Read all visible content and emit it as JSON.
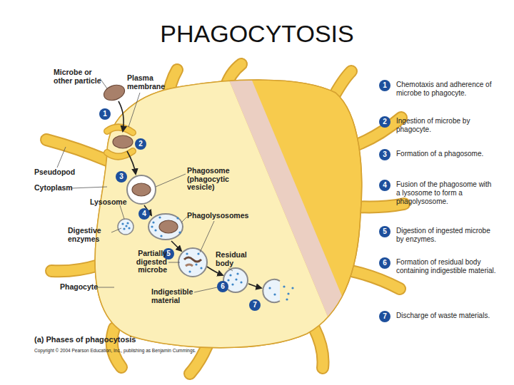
{
  "diagram": {
    "title": "PHAGOCYTOSIS",
    "caption": "(a) Phases of phagocytosis",
    "nodes": [
      {
        "text": [
          "1"
        ]
      },
      {
        "text": [
          "2"
        ]
      },
      {
        "text": [
          "3"
        ]
      },
      {
        "text": [
          "4"
        ]
      },
      {
        "text": [
          "5"
        ]
      },
      {
        "text": [
          "6"
        ]
      },
      {
        "text": [
          "7"
        ]
      },
      {
        "text": [
          "1",
          "Chemotaxis and adherence of microbe to phagocyte."
        ]
      },
      {
        "text": [
          "2",
          "Ingestion of microbe by phagocyte."
        ]
      },
      {
        "text": [
          "3",
          "Formation of a phagosome."
        ]
      },
      {
        "text": [
          "4",
          "Fusion of the phagosome with a lysosome to form a phagolysosome."
        ]
      },
      {
        "text": [
          "5",
          "Digestion of ingested microbe by enzymes."
        ]
      },
      {
        "text": [
          "6",
          "Formation of residual body containing indigestible material."
        ]
      },
      {
        "text": [
          "7",
          "Discharge of waste materials."
        ]
      }
    ],
    "labels": [
      "Microbe or other particle",
      "Plasma membrane",
      "Pseudopod",
      "Cytoplasm",
      "Phagosome (phagocytic vesicle)",
      "Lysosome",
      "Phagolysosomes",
      "Digestive enzymes",
      "Partially digested microbe",
      "Residual body",
      "Phagocyte",
      "Indigestible material",
      "Copyright © 2004 Pearson Education, Inc., publishing as Benjamin Cummings."
    ]
  }
}
